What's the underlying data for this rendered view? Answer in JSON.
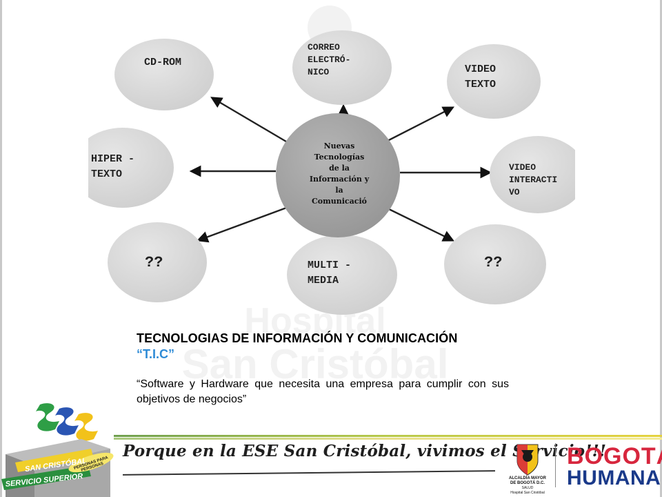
{
  "watermark": {
    "line1": "Hospital",
    "line2": "San Cristóbal"
  },
  "diagram": {
    "center": [
      "Nuevas",
      "Tecnologías",
      "de la",
      "Información y",
      "la",
      "Comunicació"
    ],
    "nodes": [
      {
        "id": "cdrom",
        "lines": [
          "CD-ROM"
        ]
      },
      {
        "id": "correo",
        "lines": [
          "CORREO",
          "ELECTRÓ-",
          "NICO"
        ]
      },
      {
        "id": "videotexto",
        "lines": [
          "VIDEO",
          "TEXTO"
        ]
      },
      {
        "id": "hipertexto",
        "lines": [
          "HIPER -",
          "TEXTO"
        ]
      },
      {
        "id": "videointeractivo",
        "lines": [
          "VIDEO",
          "INTERACTI",
          "VO"
        ]
      },
      {
        "id": "unknown-left",
        "lines": [
          "??"
        ]
      },
      {
        "id": "multimedia",
        "lines": [
          "MULTI -",
          "MEDIA"
        ]
      },
      {
        "id": "unknown-right",
        "lines": [
          "??"
        ]
      }
    ]
  },
  "content": {
    "title": "TECNOLOGIAS DE INFORMACIÓN Y COMUNICACIÓN",
    "abbreviation": "“T.I.C”",
    "description": "“Software y Hardware que necesita una empresa para cumplir con sus objetivos de negocios”"
  },
  "footer": {
    "slogan": "Porque en la ESE San Cristóbal, vivimos el Servicio!!!",
    "left_logo_top": "SAN CRISTÓBAL",
    "left_logo_bottom": "SERVICIO SUPERIOR",
    "left_logo_badge": "PERSONAS PARA PERSONAS",
    "alcaldia_line1": "ALCALDÍA MAYOR",
    "alcaldia_line2": "DE BOGOTÁ D.C.",
    "alcaldia_line3": "SALUD",
    "alcaldia_line4": "Hospital San Cristóbal",
    "bogota": "BOGOTÁ",
    "humana": "HUMANA"
  },
  "colors": {
    "accent_blue": "#2e8bd6",
    "node_gray": "#d9d9d9",
    "center_gray": "#a6a6a6",
    "bogota_red": "#d7263d",
    "humana_blue": "#1a3a8a"
  }
}
